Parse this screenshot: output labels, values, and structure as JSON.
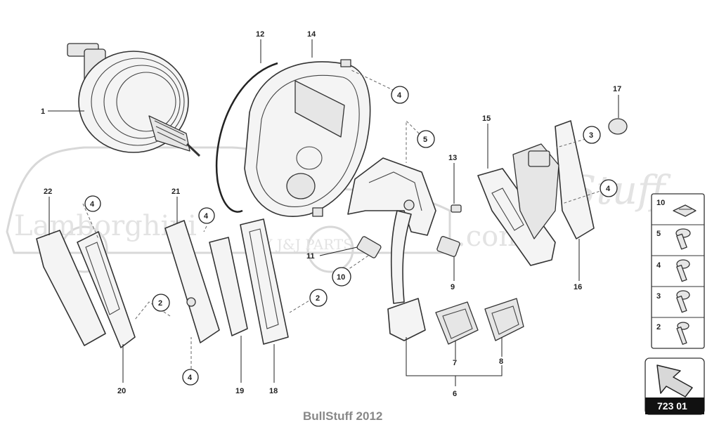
{
  "labels": {
    "p1": "1",
    "p2a": "2",
    "p2b": "2",
    "p3": "3",
    "p4a": "4",
    "p4b": "4",
    "p4c": "4",
    "p4d": "4",
    "p4e": "4",
    "p5": "5",
    "p6": "6",
    "p7": "7",
    "p8": "8",
    "p9": "9",
    "p10": "10",
    "p11": "11",
    "p12": "12",
    "p13": "13",
    "p14": "14",
    "p15": "15",
    "p16": "16",
    "p17": "17",
    "p18": "18",
    "p19": "19",
    "p20": "20",
    "p21": "21",
    "p22": "22"
  },
  "legend": [
    {
      "number": "10",
      "icon": "clip-nut-icon"
    },
    {
      "number": "5",
      "icon": "flange-bolt-icon"
    },
    {
      "number": "4",
      "icon": "hex-bolt-icon"
    },
    {
      "number": "3",
      "icon": "torx-bolt-icon"
    },
    {
      "number": "2",
      "icon": "stud-bolt-icon"
    }
  ],
  "page_ref": "723 01",
  "footer": "BullStuff 2012",
  "watermark": {
    "brand": "Lamborghini",
    "suffix": "Stuff",
    "tagline": "BY J&J PARTS",
    "domain": ".com"
  }
}
